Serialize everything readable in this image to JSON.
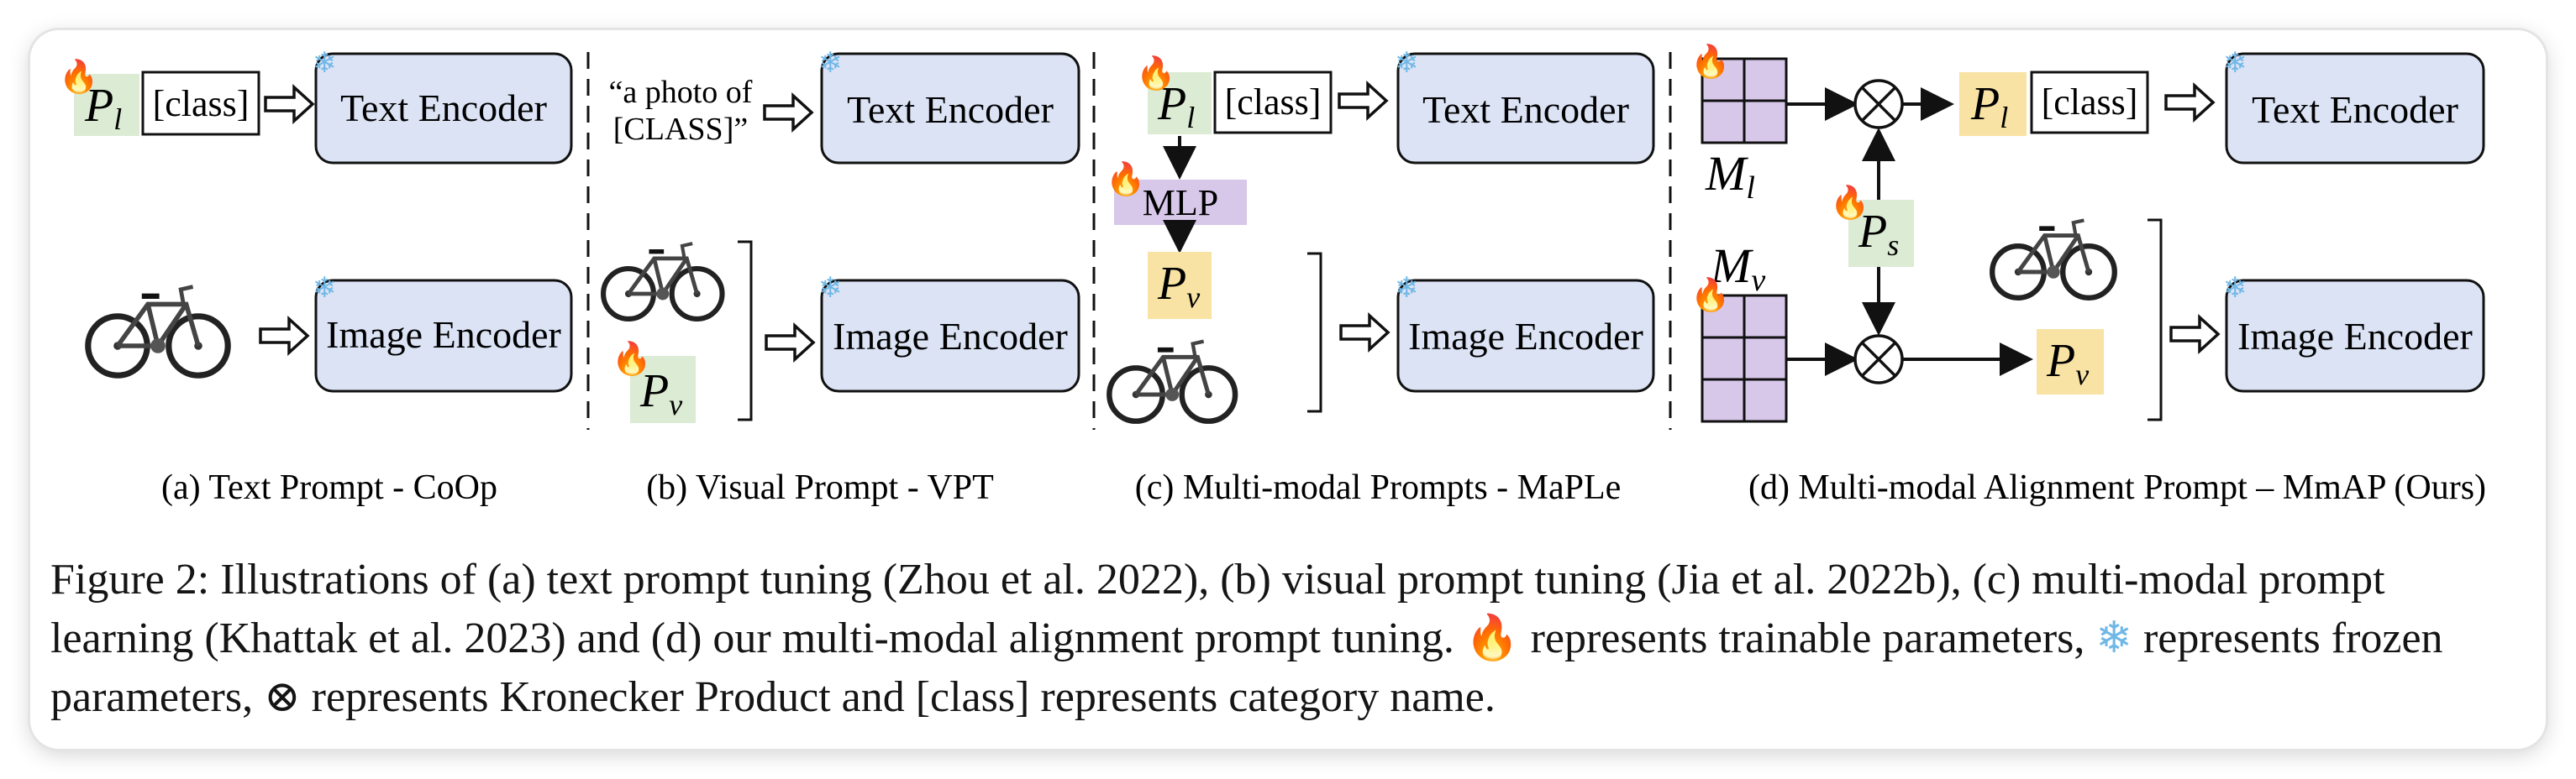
{
  "labels": {
    "text_encoder": "Text Encoder",
    "image_encoder": "Image Encoder",
    "class_token": "[class]",
    "a_photo_line1": "“a photo of",
    "a_photo_line2": "[CLASS]”",
    "mlp": "MLP",
    "Pl_base": "P",
    "Pl_sub": "l",
    "Pv_base": "P",
    "Pv_sub": "v",
    "Ps_base": "P",
    "Ps_sub": "s",
    "Ml_base": "M",
    "Ml_sub": "l",
    "Mv_base": "M",
    "Mv_sub": "v",
    "kron": "⊗",
    "fire": "🔥",
    "snow": "❄"
  },
  "subcaptions": {
    "a": "(a) Text Prompt - CoOp",
    "b": "(b) Visual Prompt - VPT",
    "c": "(c) Multi-modal Prompts - MaPLe",
    "d": "(d) Multi-modal Alignment Prompt – MmAP (Ours)"
  },
  "caption": {
    "part1": "Figure 2: Illustrations of (a) text prompt tuning (Zhou et al. 2022), (b) visual prompt tuning (Jia et al. 2022b), (c) multi-modal prompt learning (Khattak et al. 2023) and (d) our multi-modal alignment prompt tuning.",
    "part2": "represents trainable parameters,",
    "part3": "represents frozen parameters, ⊗ represents Kronecker Product and [class] represents category name."
  },
  "colors": {
    "encoder_fill": "#dbe3f5",
    "green_fill": "#dcebd4",
    "yellow_fill": "#f8e3a4",
    "purple_fill": "#d7c8ea",
    "fire": "#e8541a",
    "snow": "#6fb7e6"
  }
}
